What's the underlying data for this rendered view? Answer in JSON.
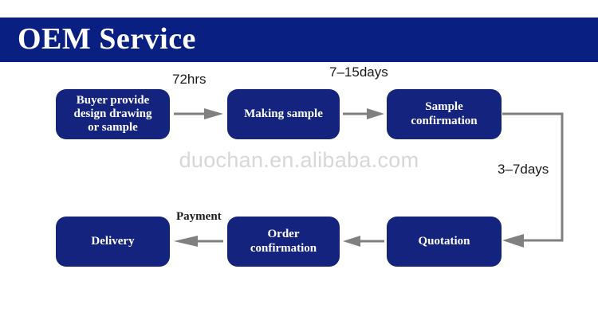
{
  "header": {
    "title": "OEM Service",
    "background_color": "#0a1f82",
    "text_color": "#ffffff"
  },
  "theme": {
    "node_fill": "#14237e",
    "node_text": "#ffffff",
    "arrow_color": "#808080",
    "watermark_color": "#d7d7d7",
    "page_background": "#ffffff"
  },
  "watermark": {
    "text": "duochan.en.alibaba.com"
  },
  "flow": {
    "nodes": [
      {
        "id": "buyer",
        "label": "Buyer provide\ndesign drawing\nor sample"
      },
      {
        "id": "making",
        "label": "Making sample"
      },
      {
        "id": "sampleconf",
        "label": "Sample\nconfirmation"
      },
      {
        "id": "quotation",
        "label": "Quotation"
      },
      {
        "id": "orderconf",
        "label": "Order\nconfirmation"
      },
      {
        "id": "delivery",
        "label": "Delivery"
      }
    ],
    "edges": [
      {
        "id": "e1",
        "from": "buyer",
        "to": "making",
        "label": "72hrs",
        "direction": "right",
        "label_font": "sans"
      },
      {
        "id": "e2",
        "from": "making",
        "to": "sampleconf",
        "label": "7–15days",
        "direction": "right",
        "label_font": "sans"
      },
      {
        "id": "e3",
        "from": "sampleconf",
        "to": "quotation",
        "label": "3–7days",
        "direction": "elbow-down-left",
        "label_font": "sans"
      },
      {
        "id": "e4",
        "from": "quotation",
        "to": "orderconf",
        "label": "",
        "direction": "left",
        "label_font": "sans"
      },
      {
        "id": "e5",
        "from": "orderconf",
        "to": "delivery",
        "label": "Payment",
        "direction": "left",
        "label_font": "serif"
      }
    ]
  }
}
